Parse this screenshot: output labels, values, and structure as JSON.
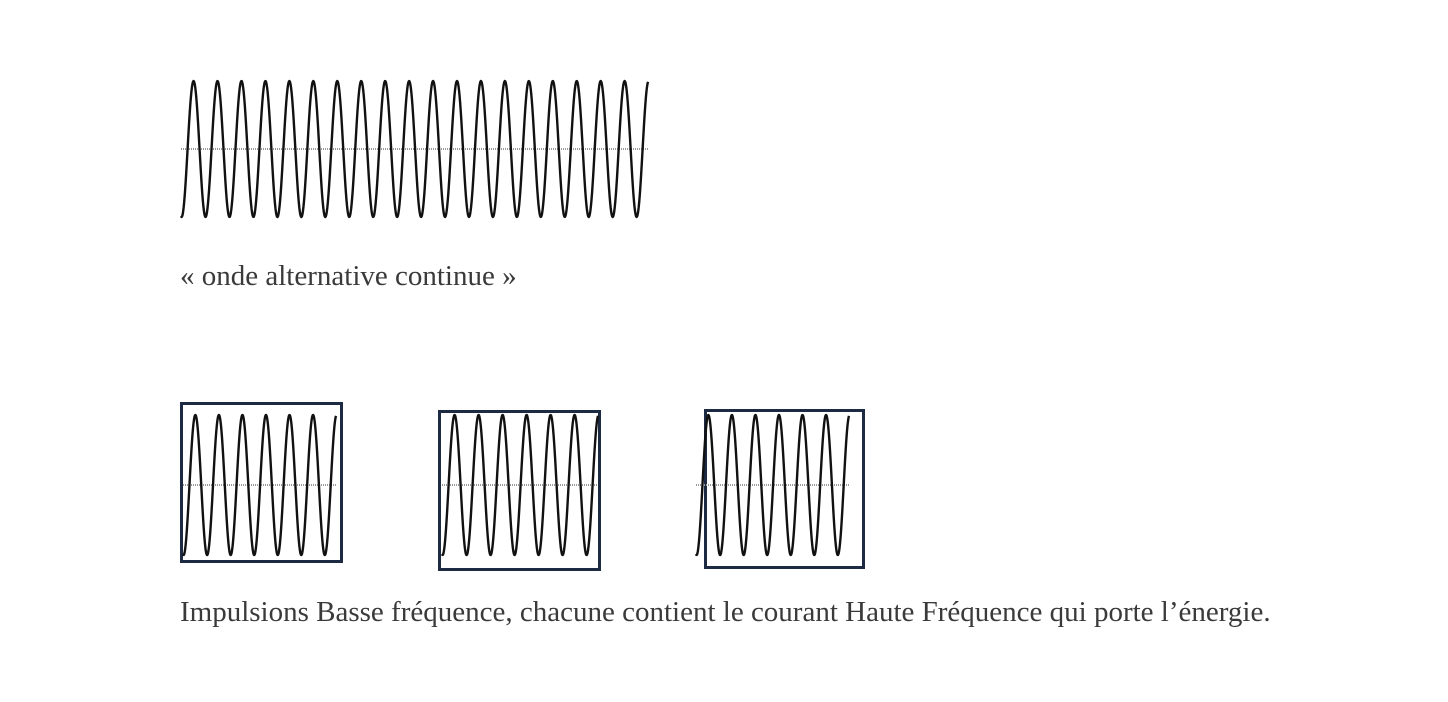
{
  "captions": {
    "continuous_wave": "« onde alternative continue »",
    "pulses": "Impulsions Basse fréquence, chacune contient le courant Haute Fréquence qui porte l’énergie."
  },
  "waves": {
    "continuous": {
      "cycles": 19.5,
      "framed": false
    },
    "pulses": [
      {
        "cycles": 6.5,
        "framed": true
      },
      {
        "cycles": 6.5,
        "framed": true
      },
      {
        "cycles": 6.5,
        "framed": true
      }
    ]
  },
  "colors": {
    "wave": "#111111",
    "axis": "#9a9a9a",
    "frame": "#1c2a44",
    "text": "#3a3a3a"
  }
}
